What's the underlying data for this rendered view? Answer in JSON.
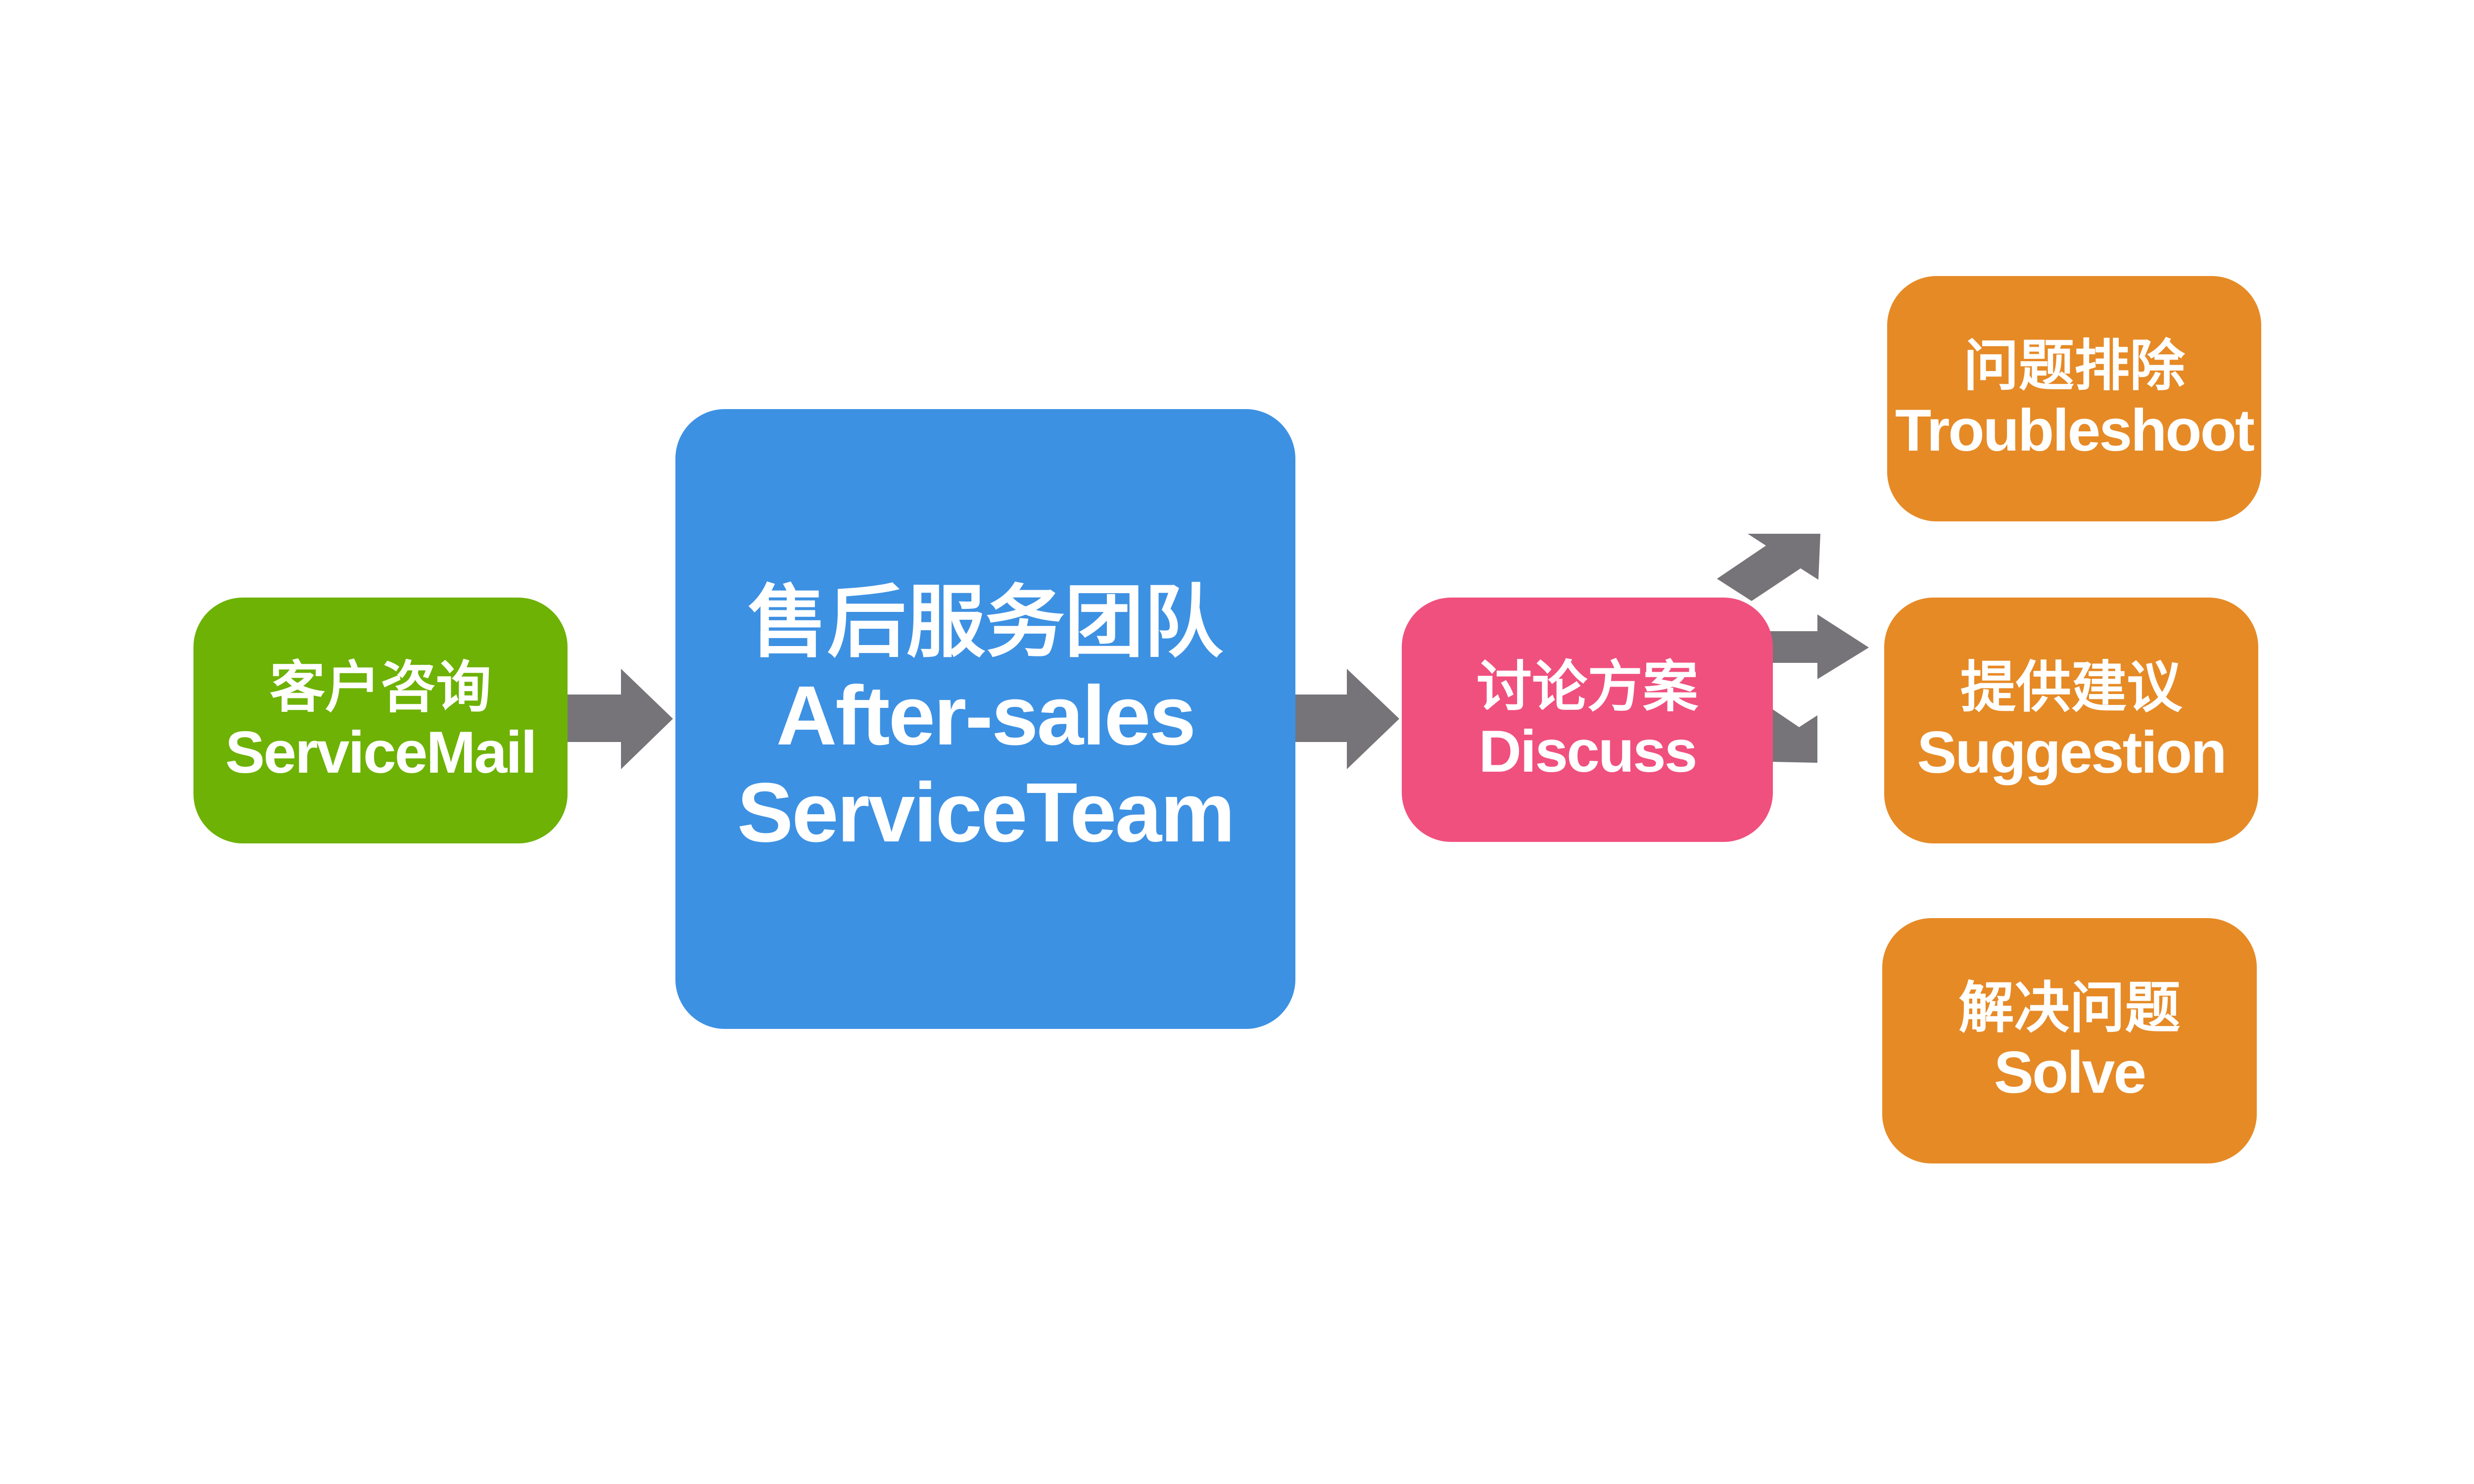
{
  "colors": {
    "green": "#6db204",
    "blue": "#3d91e3",
    "pink": "#f0507e",
    "orange": "#e68a26",
    "arrow": "#767478"
  },
  "nodes": {
    "inquiry": {
      "cn": "客户咨询",
      "en": "ServiceMail"
    },
    "team": {
      "cn": "售后服务团队",
      "en1": "After-sales",
      "en2": "ServiceTeam"
    },
    "discuss": {
      "cn": "讨论方案",
      "en": "Discuss"
    },
    "troubleshoot": {
      "cn": "问题排除",
      "en": "Troubleshoot"
    },
    "suggestion": {
      "cn": "提供建议",
      "en": "Suggestion"
    },
    "solve": {
      "cn": "解决问题",
      "en": "Solve"
    }
  }
}
